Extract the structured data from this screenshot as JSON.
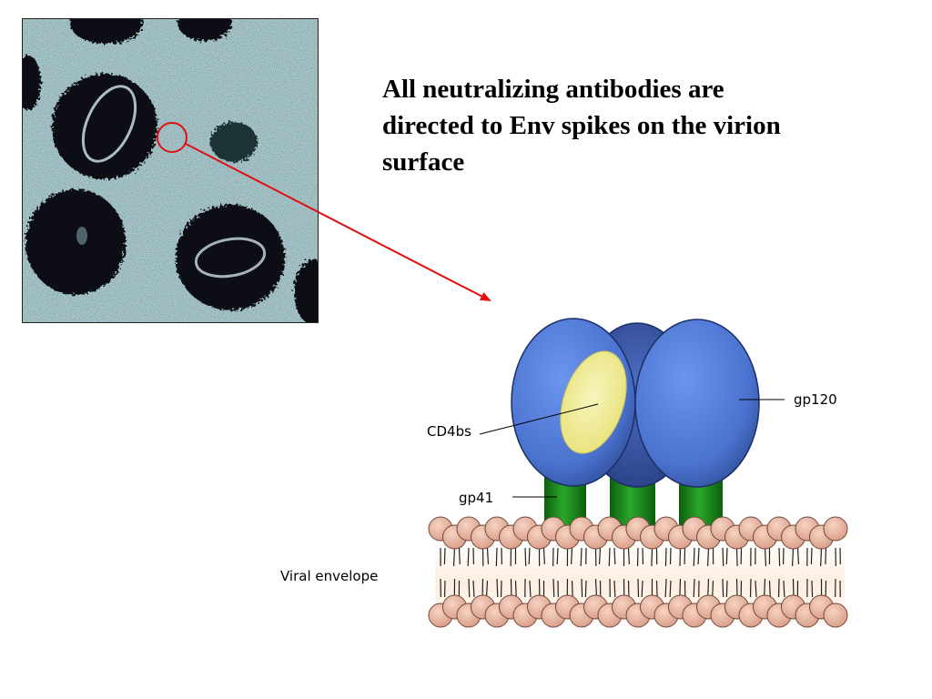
{
  "slide": {
    "headline_lines": [
      "All neutralizing antibodies are",
      "directed to Env spikes on the virion",
      "surface"
    ]
  },
  "diagram": {
    "labels": {
      "gp120": "gp120",
      "cd4bs": "CD4bs",
      "gp41": "gp41",
      "viral_envelope": "Viral envelope"
    }
  },
  "colors": {
    "gp120_blue": "#4f7ad6",
    "gp120_dark": "#2e4a92",
    "gp41_green": "#1a8a1a",
    "cd4bs_yellow": "#f2ef9a",
    "lipid_head": "#e8b8a4",
    "arrow_red": "#e01010",
    "micrograph_bg": "#a8c8cc",
    "virion_dark": "#0a0f12"
  },
  "icons": {
    "micrograph": "electron-micrograph-image",
    "arrow": "red-arrow-icon",
    "highlight": "red-circle-highlight"
  }
}
